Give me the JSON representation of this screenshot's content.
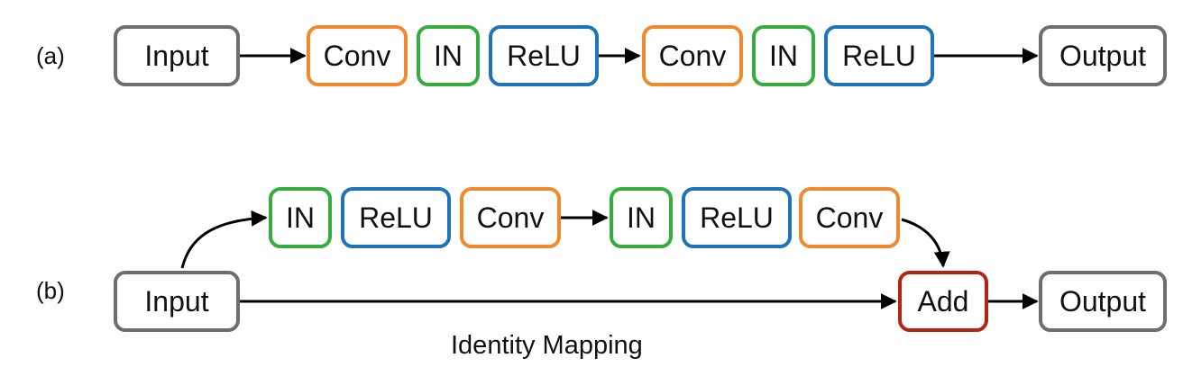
{
  "row_a": {
    "label": "(a)",
    "input": "Input",
    "blocks": [
      "Conv",
      "IN",
      "ReLU",
      "Conv",
      "IN",
      "ReLU"
    ],
    "output": "Output"
  },
  "row_b": {
    "label": "(b)",
    "input": "Input",
    "blocks": [
      "IN",
      "ReLU",
      "Conv",
      "IN",
      "ReLU",
      "Conv"
    ],
    "add": "Add",
    "output": "Output",
    "skip_label": "Identity Mapping"
  },
  "colors": {
    "io": "#6e6e6e",
    "conv": "#f08a2e",
    "in": "#33ad3d",
    "relu": "#1f74b8",
    "add": "#b22414",
    "arrow": "#000000"
  }
}
